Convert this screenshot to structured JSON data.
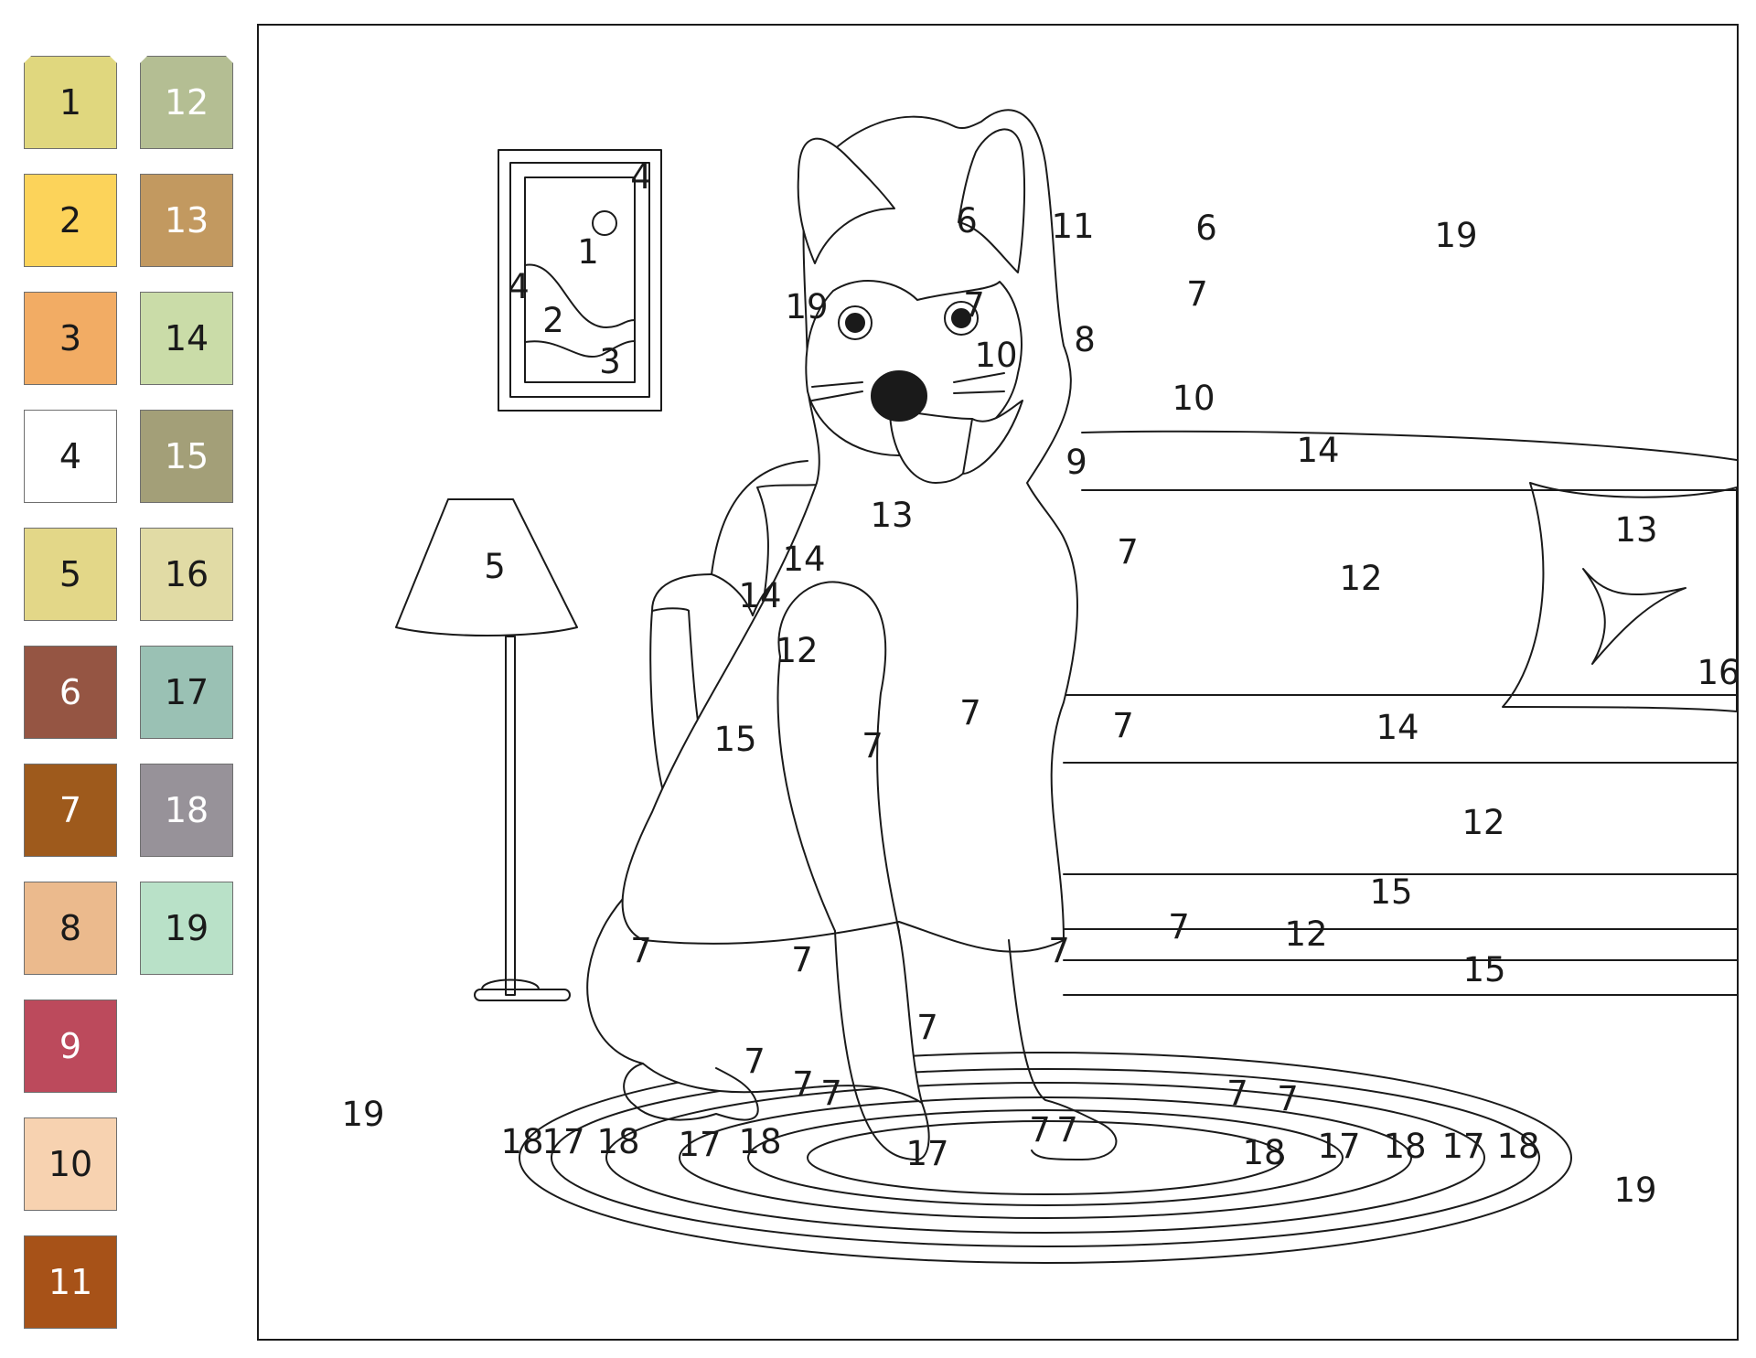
{
  "palette": [
    {
      "number": "1",
      "color": "#e0d77e",
      "text_color": "#1a1a1a"
    },
    {
      "number": "2",
      "color": "#fcd35a",
      "text_color": "#1a1a1a"
    },
    {
      "number": "3",
      "color": "#f2ac64",
      "text_color": "#1a1a1a"
    },
    {
      "number": "4",
      "color": "#ffffff",
      "text_color": "#1a1a1a"
    },
    {
      "number": "5",
      "color": "#e3d788",
      "text_color": "#1a1a1a"
    },
    {
      "number": "6",
      "color": "#955543",
      "text_color": "#ffffff"
    },
    {
      "number": "7",
      "color": "#9e5a1c",
      "text_color": "#ffffff"
    },
    {
      "number": "8",
      "color": "#ebba8d",
      "text_color": "#1a1a1a"
    },
    {
      "number": "9",
      "color": "#bc4a5c",
      "text_color": "#ffffff"
    },
    {
      "number": "10",
      "color": "#f7d2b0",
      "text_color": "#1a1a1a"
    },
    {
      "number": "11",
      "color": "#a75218",
      "text_color": "#ffffff"
    },
    {
      "number": "12",
      "color": "#b4be93",
      "text_color": "#ffffff"
    },
    {
      "number": "13",
      "color": "#c29960",
      "text_color": "#ffffff"
    },
    {
      "number": "14",
      "color": "#cadca8",
      "text_color": "#1a1a1a"
    },
    {
      "number": "15",
      "color": "#a39f78",
      "text_color": "#ffffff"
    },
    {
      "number": "16",
      "color": "#e1dba5",
      "text_color": "#1a1a1a"
    },
    {
      "number": "17",
      "color": "#9ac1b4",
      "text_color": "#1a1a1a"
    },
    {
      "number": "18",
      "color": "#979299",
      "text_color": "#ffffff"
    },
    {
      "number": "19",
      "color": "#b9e1c8",
      "text_color": "#1a1a1a"
    }
  ],
  "region_labels": {
    "frame_4a": "4",
    "frame_4b": "4",
    "picture_1": "1",
    "picture_2": "2",
    "picture_3": "3",
    "lamp_5": "5",
    "wall_19a": "19",
    "wall_19b": "19",
    "floor_19a": "19",
    "floor_19b": "19",
    "ear_left_6": "6",
    "ear_right_6": "6",
    "forehead_11": "11",
    "brow_left_7": "7",
    "brow_right_7": "7",
    "muzzle_8": "8",
    "cheek_left_10": "10",
    "cheek_right_10": "10",
    "tongue_9": "9",
    "chest_7a": "7",
    "chest_7b": "7",
    "leg_front_left_7": "7",
    "shoulder_left_7": "7",
    "haunch_left_7": "7",
    "thigh_7": "7",
    "belly_7": "7",
    "leg_front_right_7": "7",
    "back_leg_7": "7",
    "paw_back_7": "7",
    "toe_a_7": "7",
    "toe_b_7": "7",
    "toe_c_7": "7",
    "toe_d_7": "7",
    "paw_right_7": "7",
    "toe_e_7": "7",
    "pillow_left_13": "13",
    "pillow_right_13": "13",
    "armrest_14": "14",
    "armrest_top_14": "14",
    "armrest_front_12": "12",
    "armrest_side_15": "15",
    "sofa_back_14": "14",
    "sofa_back_12": "12",
    "pillow_side_16": "16",
    "seat_14": "14",
    "seat_12": "12",
    "stripe_15a": "15",
    "stripe_12": "12",
    "stripe_15b": "15",
    "rug_18a": "18",
    "rug_17a": "17",
    "rug_18b": "18",
    "rug_17b": "17",
    "rug_18c": "18",
    "rug_center_17": "17",
    "rug_18d": "18",
    "rug_17c": "17",
    "rug_18e": "18",
    "rug_17d": "17",
    "rug_18f": "18"
  }
}
